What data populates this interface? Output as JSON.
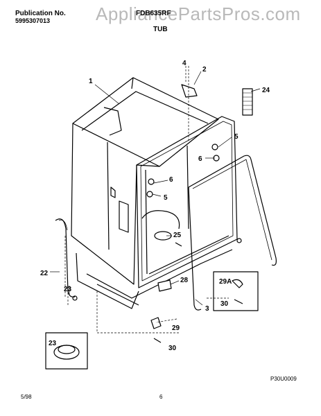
{
  "header": {
    "publication_label": "Publication No.",
    "publication_number": "5995307013",
    "model": "FDB635RF",
    "section_title": "TUB"
  },
  "watermark": "AppliancePartsPros.com",
  "diagram_code": "P30U0009",
  "footer": {
    "date": "5/98",
    "page": "6"
  },
  "callouts": {
    "c1": "1",
    "c2": "2",
    "c3": "3",
    "c4": "4",
    "c5a": "5",
    "c5b": "5",
    "c6a": "6",
    "c6b": "6",
    "c22": "22",
    "c23a": "23",
    "c23b": "23",
    "c24": "24",
    "c25": "25",
    "c28": "28",
    "c29a": "29A",
    "c29": "29",
    "c30a": "30",
    "c30b": "30"
  }
}
